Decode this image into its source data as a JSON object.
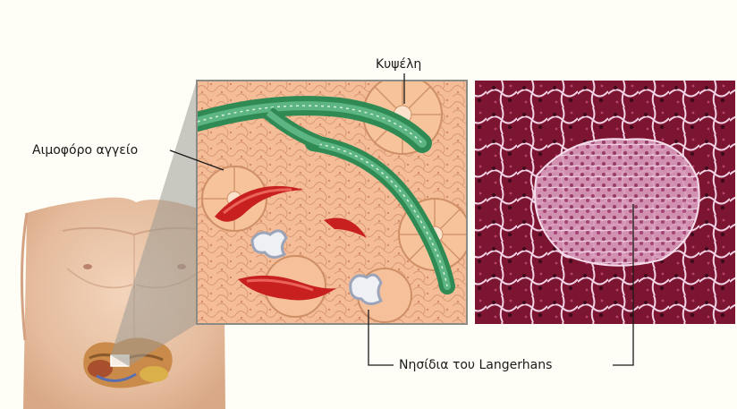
{
  "labels": {
    "acinus": "Κυψέλη",
    "blood_vessel": "Αιμοφόρο αγγείο",
    "islets": "Νησίδια του Langerhans"
  },
  "colors": {
    "background": "#fefef6",
    "skin": "#e9c3a4",
    "acinar_tissue": "#f2b58e",
    "duct": "#3f9a63",
    "blood": "#c8201e",
    "micrograph": "#8e1f3c"
  }
}
